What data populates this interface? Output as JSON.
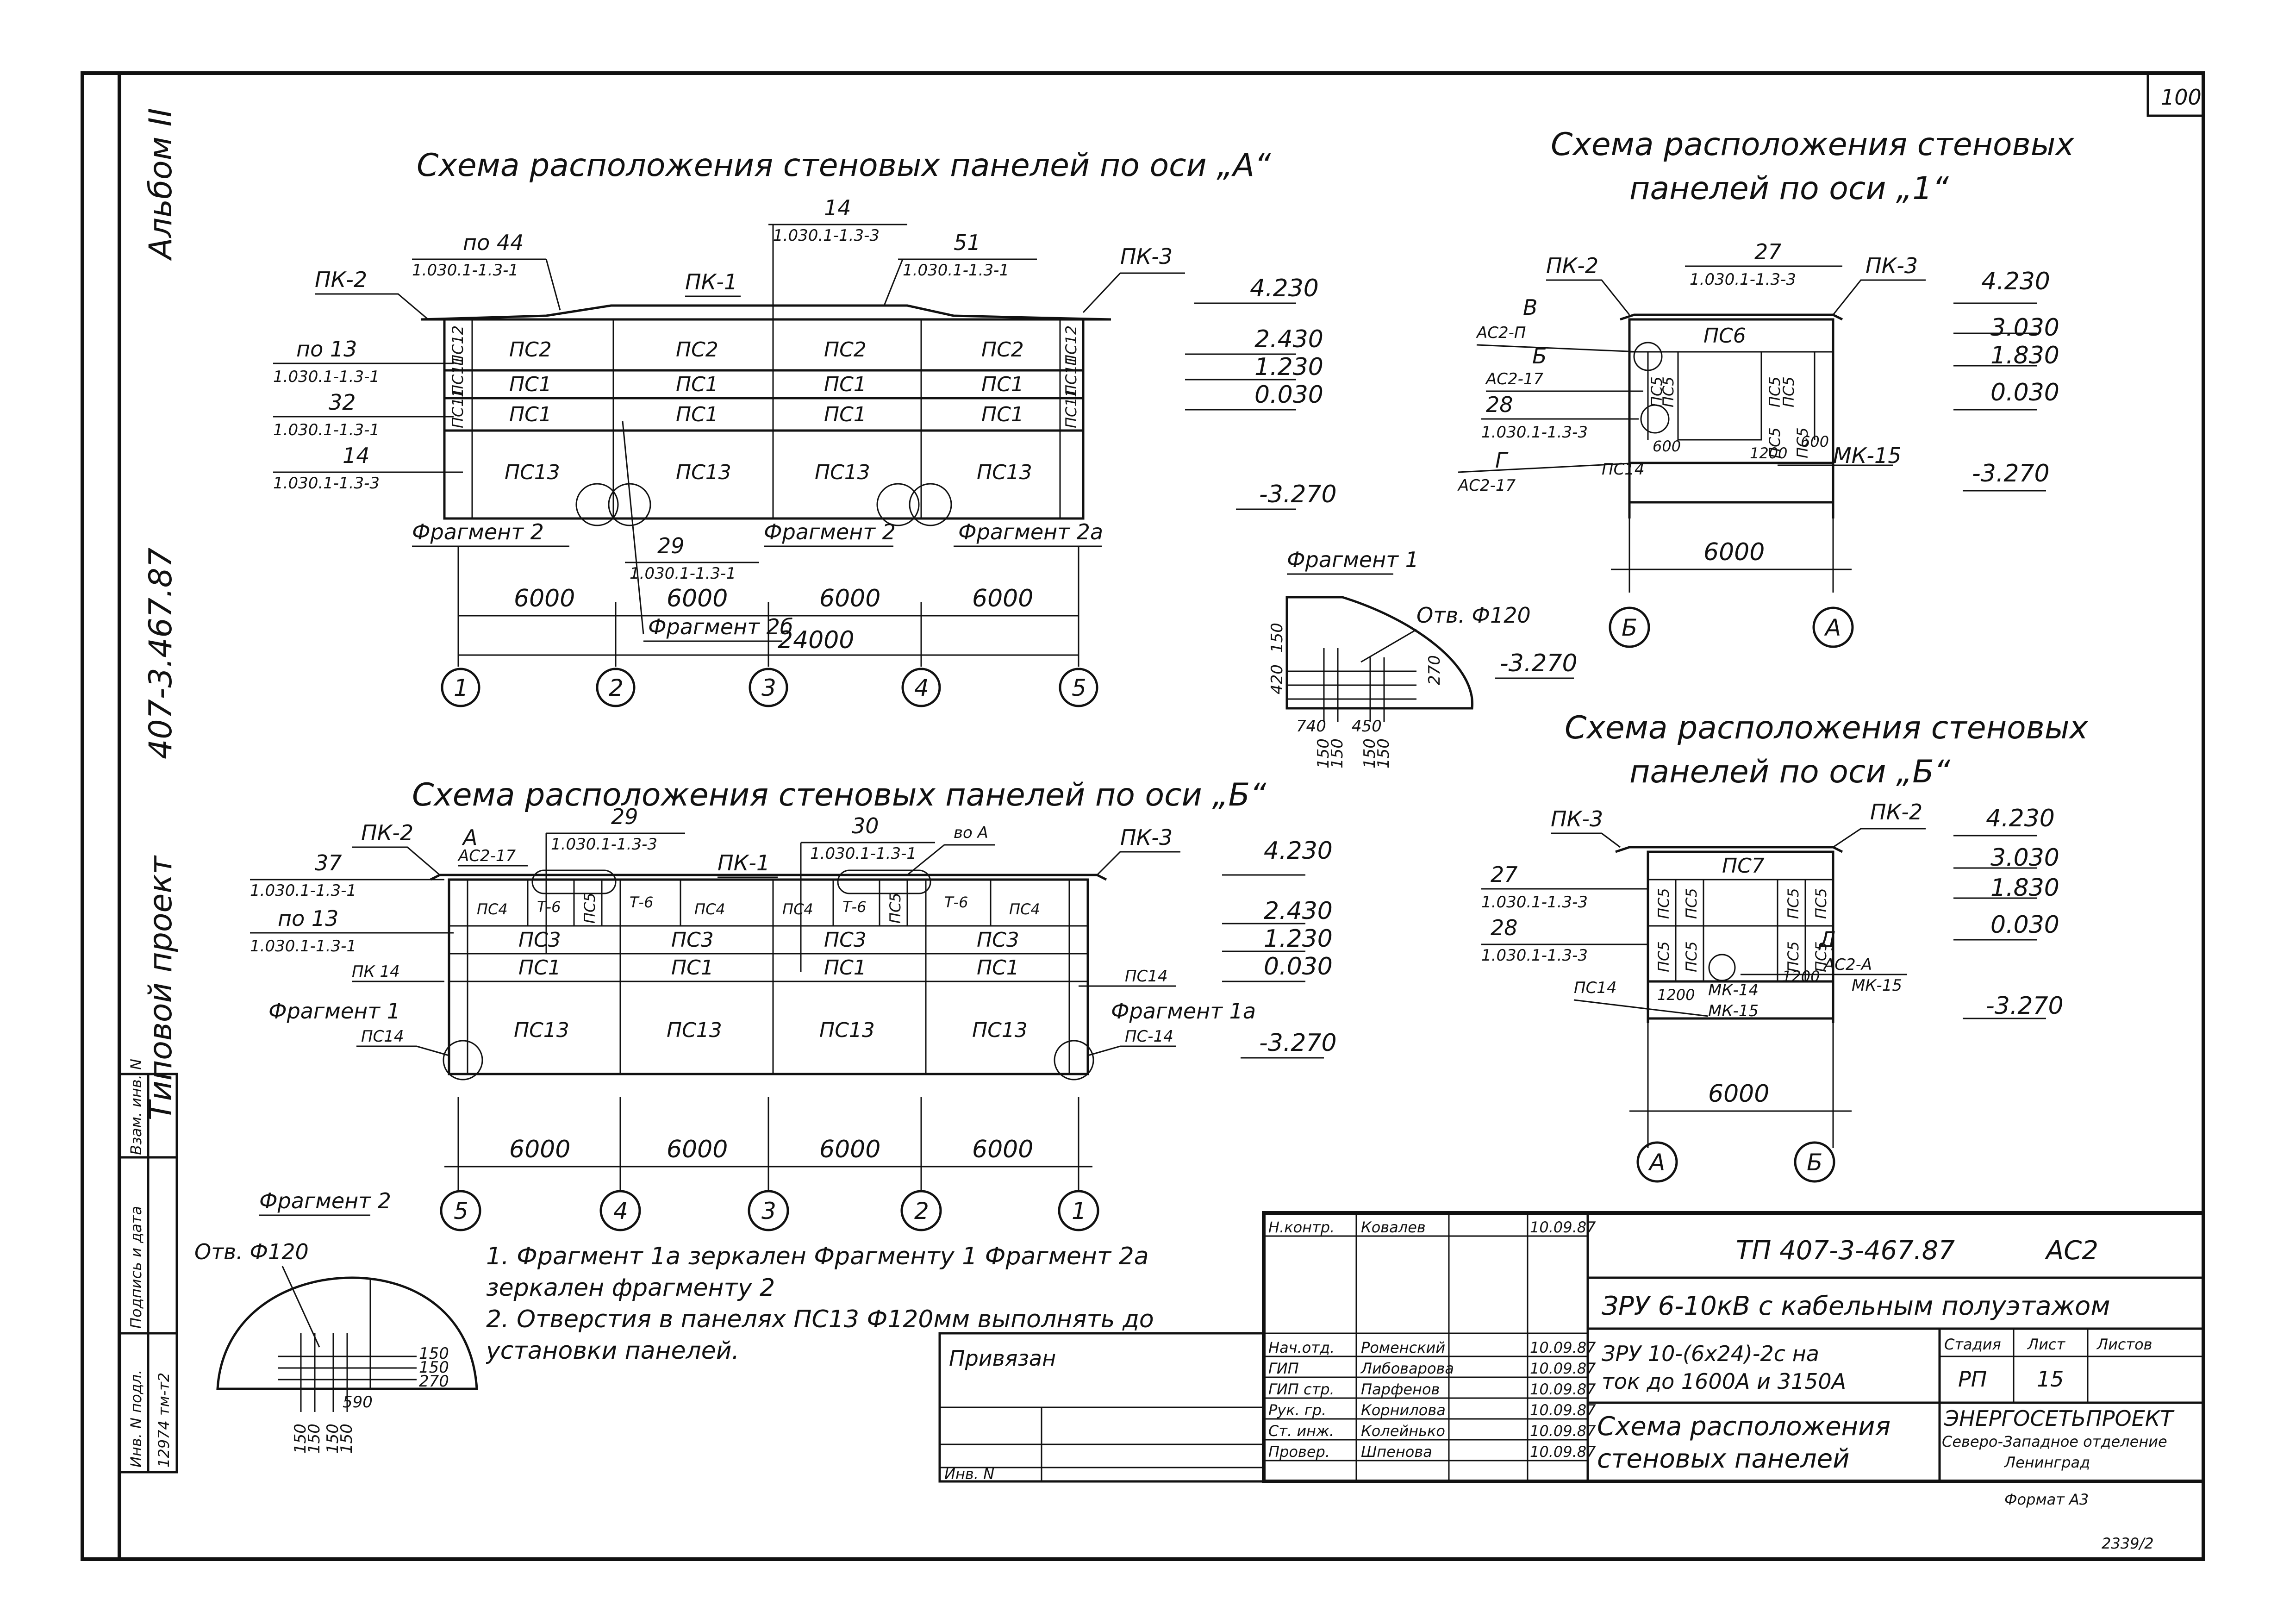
{
  "sheet_number": "100",
  "left_margin": {
    "album": "Альбом II",
    "project_code": "407-3.467.87",
    "project_type": "Типовой проект",
    "stamp_cols": [
      "Взам. инв. N",
      "Подпись и дата",
      "Инв. N подл."
    ],
    "inv_number": "12974 тм-т2"
  },
  "scheme_a": {
    "title": "Схема расположения стеновых панелей по оси „А“",
    "callouts": [
      {
        "n": "по 44",
        "ref": "1.030.1-1.3-1"
      },
      {
        "n": "14",
        "ref": "1.030.1-1.3-3"
      },
      {
        "n": "51",
        "ref": "1.030.1-1.3-1"
      },
      {
        "n": "по 13",
        "ref": "1.030.1-1.3-1"
      },
      {
        "n": "32",
        "ref": "1.030.1-1.3-1"
      },
      {
        "n": "14",
        "ref": "1.030.1-1.3-3"
      },
      {
        "n": "29",
        "ref": "1.030.1-1.3-1"
      }
    ],
    "pk": [
      "ПК-2",
      "ПК-1",
      "ПК-3"
    ],
    "row_ps2": [
      "ПС2",
      "ПС2",
      "ПС2",
      "ПС2"
    ],
    "row_ps1a": [
      "ПС1",
      "ПС1",
      "ПС1",
      "ПС1"
    ],
    "row_ps1b": [
      "ПС1",
      "ПС1",
      "ПС1",
      "ПС1"
    ],
    "row_ps13": [
      "ПС13",
      "ПС13",
      "ПС13",
      "ПС13"
    ],
    "end_left": [
      "ПС12",
      "ПС11",
      "ПС11"
    ],
    "end_right": [
      "ПС12",
      "ПС11",
      "ПС11"
    ],
    "elevations": [
      "4.230",
      "2.430",
      "1.230",
      "0.030",
      "-3.270"
    ],
    "fragments": [
      "Фрагмент 2",
      "Фрагмент 2",
      "Фрагмент 2а",
      "Фрагмент 2б"
    ],
    "spans": [
      "6000",
      "6000",
      "6000",
      "6000"
    ],
    "total": "24000",
    "axes": [
      "1",
      "2",
      "3",
      "4",
      "5"
    ]
  },
  "scheme_1": {
    "title_line1": "Схема расположения стеновых",
    "title_line2": "панелей по оси „1“",
    "pk": [
      "ПК-2",
      "ПК-3"
    ],
    "top_callout": {
      "n": "27",
      "ref": "1.030.1-1.3-3"
    },
    "panel_top": "ПС6",
    "nodes": [
      "В",
      "АС2-П",
      "Б",
      "АС2-17",
      "Г",
      "АС2-17"
    ],
    "left_callout": {
      "n": "28",
      "ref": "1.030.1-1.3-3"
    },
    "ps5": [
      "ПС5",
      "ПС5",
      "ПС5",
      "ПС5",
      "ПС5",
      "ПС5"
    ],
    "bottom": [
      "600",
      "1200",
      "600",
      "ПС14",
      "МК-15"
    ],
    "elevations": [
      "4.230",
      "3.030",
      "1.830",
      "0.030",
      "-3.270"
    ],
    "span": "6000",
    "axes": [
      "Б",
      "А"
    ]
  },
  "fragment1": {
    "title": "Фрагмент 1",
    "hole": "Отв. Ф120",
    "elev": "-3.270",
    "dims_v": [
      "420",
      "150"
    ],
    "dims_h": [
      "740",
      "450"
    ],
    "dims_b": [
      "150",
      "150",
      "150",
      "150"
    ],
    "dim_r": "270"
  },
  "scheme_b_1": {
    "title_line1": "Схема расположения стеновых",
    "title_line2": "панелей по оси „Б“",
    "pk": [
      "ПК-3",
      "ПК-2"
    ],
    "top_panel": "ПС7",
    "c1": {
      "n": "27",
      "ref": "1.030.1-1.3-3"
    },
    "c2": {
      "n": "28",
      "ref": "1.030.1-1.3-3"
    },
    "ps5": [
      "ПС5",
      "ПС5",
      "ПС5",
      "ПС5",
      "ПС5",
      "ПС5",
      "ПС5",
      "ПС5"
    ],
    "nodes": [
      "Д",
      "АС2-А",
      "МК-15",
      "МК-14",
      "МК-15",
      "ПС14",
      "1200",
      "1200"
    ],
    "elevations": [
      "4.230",
      "3.030",
      "1.830",
      "0.030",
      "-3.270"
    ],
    "span": "6000",
    "axes": [
      "А",
      "Б"
    ]
  },
  "scheme_b": {
    "title": "Схема расположения стеновых панелей по оси „Б“",
    "callouts": [
      {
        "n": "37",
        "ref": "1.030.1-1.3-1"
      },
      {
        "n": "по 13",
        "ref": "1.030.1-1.3-1"
      },
      {
        "n": "29",
        "ref": "1.030.1-1.3-3"
      },
      {
        "n": "30",
        "ref": "1.030.1-1.3-1"
      }
    ],
    "pk": [
      "ПК-2",
      "ПК-1",
      "ПК-3"
    ],
    "nodes": [
      "А",
      "АС2-17",
      "во А",
      "ПК 14",
      "ПС14"
    ],
    "row_top": [
      "ПС4",
      "Т-6",
      "ПС5",
      "Т-6",
      "ПС4",
      "ПС4",
      "Т-6",
      "ПС5",
      "Т-6",
      "ПС4"
    ],
    "row_ps3": [
      "ПС3",
      "ПС3",
      "ПС3",
      "ПС3"
    ],
    "row_ps1": [
      "ПС1",
      "ПС1",
      "ПС1",
      "ПС1"
    ],
    "row_ps13": [
      "ПС13",
      "ПС13",
      "ПС13",
      "ПС13"
    ],
    "fragments": [
      "Фрагмент 1",
      "ПС14",
      "Фрагмент 1а",
      "ПС-14"
    ],
    "elevations": [
      "4.230",
      "2.430",
      "1.230",
      "0.030",
      "-3.270"
    ],
    "spans": [
      "6000",
      "6000",
      "6000",
      "6000"
    ],
    "axes": [
      "5",
      "4",
      "3",
      "2",
      "1"
    ]
  },
  "fragment2": {
    "title": "Фрагмент 2",
    "hole": "Отв. Ф120",
    "dims_r": [
      "150",
      "150",
      "270"
    ],
    "dim_h": "590",
    "dims_b": [
      "150",
      "150",
      "150",
      "150"
    ]
  },
  "notes": [
    "1. Фрагмент 1а зеркален Фрагменту 1 Фрагмент 2а зеркален фрагменту 2",
    "2. Отверстия в панелях ПС13 Ф120мм выполнять до установки панелей."
  ],
  "binding": {
    "title": "Привязан",
    "inv": "Инв. N"
  },
  "stamp": {
    "rows": [
      {
        "role": "Н.контр.",
        "name": "Ковалев",
        "date": "10.09.87"
      },
      {
        "role": "Нач.отд.",
        "name": "Роменский",
        "date": "10.09.87"
      },
      {
        "role": "ГИП",
        "name": "Либоварова",
        "date": "10.09.87"
      },
      {
        "role": "ГИП стр.",
        "name": "Парфенов",
        "date": "10.09.87"
      },
      {
        "role": "Рук. гр.",
        "name": "Корнилова",
        "date": "10.09.87"
      },
      {
        "role": "Ст. инж.",
        "name": "Колейнько",
        "date": "10.09.87"
      },
      {
        "role": "Провер.",
        "name": "Шпенова",
        "date": "10.09.87"
      }
    ],
    "doc_code": "ТП 407-3-467.87",
    "mark": "АС2",
    "object": "ЗРУ 6-10кВ с кабельным полуэтажом",
    "sub_line1": "ЗРУ 10-(6х24)-2с на",
    "sub_line2": "ток до 1600А и 3150А",
    "stage_hdr": "Стадия",
    "sheet_hdr": "Лист",
    "sheets_hdr": "Листов",
    "stage": "РП",
    "sheet": "15",
    "sheets": "",
    "drawing_line1": "Схема расположения",
    "drawing_line2": "стеновых панелей",
    "org_line1": "ЭНЕРГОСЕТЬПРОЕКТ",
    "org_line2": "Северо-Западное отделение",
    "org_line3": "Ленинград",
    "format": "Формат А3",
    "archive": "2339/2"
  }
}
